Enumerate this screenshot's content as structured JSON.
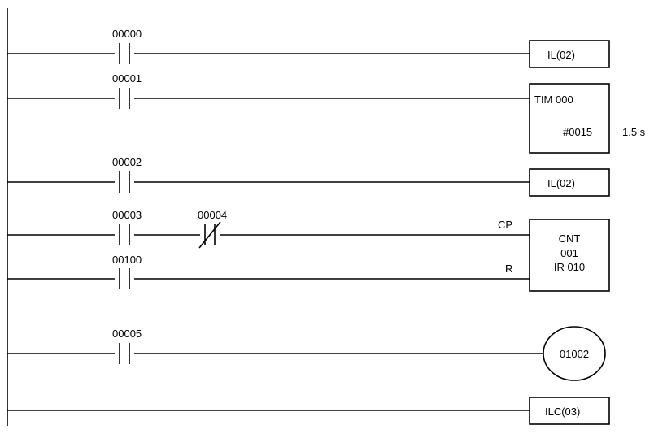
{
  "rungs": [
    {
      "contacts": [
        {
          "address": "00000",
          "type": "NO"
        }
      ],
      "output": {
        "kind": "box",
        "label": "IL(02)"
      }
    },
    {
      "contacts": [
        {
          "address": "00001",
          "type": "NO"
        }
      ],
      "output": {
        "kind": "timer",
        "label": "TIM 000",
        "setting": "#0015",
        "annotation": "1.5 s"
      }
    },
    {
      "contacts": [
        {
          "address": "00002",
          "type": "NO"
        }
      ],
      "output": {
        "kind": "box",
        "label": "IL(02)"
      }
    },
    {
      "contacts": [
        {
          "address": "00003",
          "type": "NO"
        },
        {
          "address": "00004",
          "type": "NC"
        }
      ],
      "input_label": "CP"
    },
    {
      "contacts": [
        {
          "address": "00100",
          "type": "NO"
        }
      ],
      "input_label": "R"
    },
    {
      "contacts": [
        {
          "address": "00005",
          "type": "NO"
        }
      ],
      "output": {
        "kind": "coil",
        "label": "01002"
      }
    },
    {
      "contacts": [],
      "output": {
        "kind": "box",
        "label": "ILC(03)"
      }
    }
  ],
  "counter": {
    "line1": "CNT",
    "line2": "001",
    "line3": "IR 010"
  },
  "icons": {
    "no_contact": "normally-open-contact-icon",
    "nc_contact": "normally-closed-contact-icon",
    "coil": "output-coil-icon"
  }
}
